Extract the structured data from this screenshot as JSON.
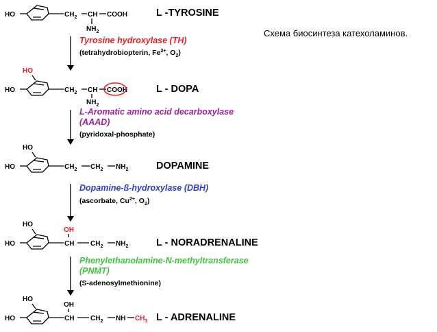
{
  "caption": "Схема биосинтеза катехоламинов.",
  "colors": {
    "text": "#000000",
    "red": "#ee1c25",
    "purple": "#a020a0",
    "blue": "#2a3cd0",
    "green": "#3ec43e"
  },
  "compounds": [
    {
      "name": "L -TYROSINE"
    },
    {
      "name": "L - DOPA"
    },
    {
      "name": "DOPAMINE"
    },
    {
      "name": "L - NORADRENALINE"
    },
    {
      "name": "L - ADRENALINE"
    }
  ],
  "groups": {
    "ho": "HO",
    "oh": "OH",
    "ch": "CH",
    "ch2": "CH",
    "sub2": "2",
    "sub3": "3",
    "cooh": "COOH",
    "nh2": "NH",
    "nh": "NH",
    "ch3": "CH"
  },
  "enzymes": [
    {
      "line1": "Tyrosine hydroxylase (TH)",
      "line2": "",
      "cofactor": "(tetrahydrobiopterin, Fe",
      "cof_sup": "2+",
      "cof_rest": ", O",
      "cof_sub": "2",
      "cof_end": ")"
    },
    {
      "line1": "L-Aromatic amino acid decarboxylase",
      "line2": "(AAAD)",
      "cofactor": "(pyridoxal-phosphate)"
    },
    {
      "line1": "Dopamine-ß-hydroxylase (DBH)",
      "line2": "",
      "cofactor": "(ascorbate, Cu",
      "cof_sup": "2+",
      "cof_rest": ", O",
      "cof_sub": "2",
      "cof_end": ")"
    },
    {
      "line1": "Phenylethanolamine-N-methyltransferase",
      "line2": "(PNMT)",
      "cofactor": "(S-adenosylmethionine)"
    }
  ]
}
